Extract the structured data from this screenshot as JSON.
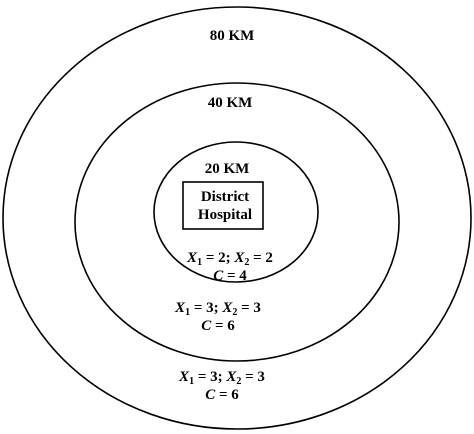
{
  "rings": {
    "outer_label": "80 KM",
    "middle_label": "40 KM",
    "inner_label": "20 KM"
  },
  "center_box": {
    "line1": "District",
    "line2": "Hospital"
  },
  "annotations": {
    "inner_ring": {
      "x1_var": "X",
      "x1_sub": "1",
      "x1_val": " = 2; ",
      "x2_var": "X",
      "x2_sub": "2",
      "x2_val": " = 2",
      "c_var": "C",
      "c_val": " = 4"
    },
    "middle_ring": {
      "x1_var": "X",
      "x1_sub": "1",
      "x1_val": " = 3; ",
      "x2_var": "X",
      "x2_sub": "2",
      "x2_val": " = 3",
      "c_var": "C",
      "c_val": " = 6"
    },
    "outer_ring": {
      "x1_var": "X",
      "x1_sub": "1",
      "x1_val": " = 3; ",
      "x2_var": "X",
      "x2_sub": "2",
      "x2_val": " = 3",
      "c_var": "C",
      "c_val": " = 6"
    }
  }
}
